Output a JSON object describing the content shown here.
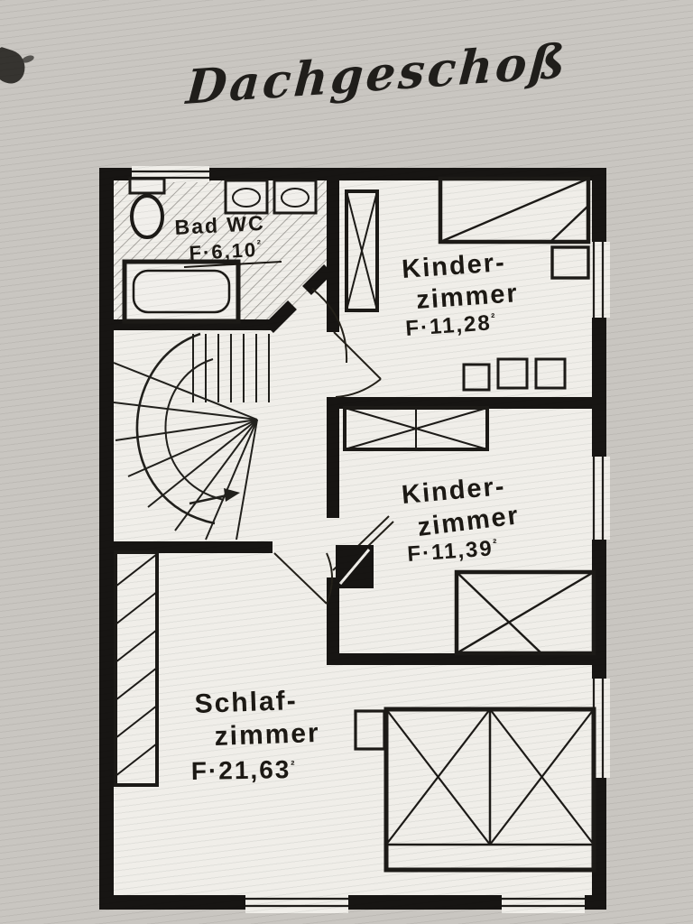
{
  "page": {
    "title": "Dachgeschoß"
  },
  "colors": {
    "ink": "#171513",
    "paper": "#edebe7"
  },
  "rooms": {
    "bathroom": {
      "name": "Bad WC",
      "area": "F·6,10",
      "unit": "²"
    },
    "kids_room_1": {
      "line1": "Kinder-",
      "line2": "zimmer",
      "area": "F·11,28",
      "unit": "²"
    },
    "kids_room_2": {
      "line1": "Kinder-",
      "line2": "zimmer",
      "area": "F·11,39",
      "unit": "²"
    },
    "bedroom": {
      "line1": "Schlaf-",
      "line2": "zimmer",
      "area": "F·21,63",
      "unit": "²"
    }
  }
}
